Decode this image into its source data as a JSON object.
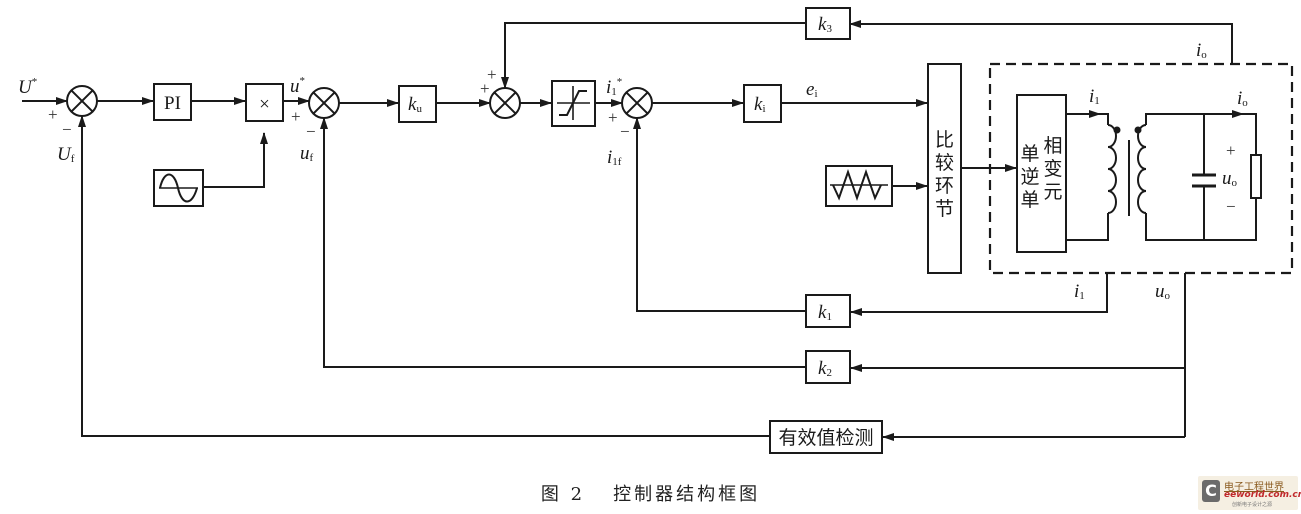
{
  "figure": {
    "caption_number": "图 2",
    "caption_title": "控制器结构框图"
  },
  "signals": {
    "U_ref": {
      "main": "U",
      "sup": "*"
    },
    "U_f": {
      "main": "U",
      "sub": "f"
    },
    "u_ref": {
      "main": "u",
      "sup": "*"
    },
    "u_f": {
      "main": "u",
      "sub": "f"
    },
    "i1_ref": {
      "main": "i",
      "sub": "1",
      "sup": "*"
    },
    "i1f": {
      "main": "i",
      "sub": "1f"
    },
    "e_i": {
      "main": "e",
      "sub": "i"
    },
    "i_o_top": {
      "main": "i",
      "sub": "o"
    },
    "i1_circuit": {
      "main": "i",
      "sub": "1"
    },
    "i_o_circuit": {
      "main": "i",
      "sub": "o"
    },
    "u_o_circuit": {
      "main": "u",
      "sub": "o"
    },
    "i1_feedback": {
      "main": "i",
      "sub": "1"
    },
    "u_o_feedback": {
      "main": "u",
      "sub": "o"
    }
  },
  "signs": {
    "plus": "+",
    "minus": "−"
  },
  "blocks": {
    "pi": "PI",
    "multiplier": "×",
    "ku": {
      "main": "k",
      "sub": "u"
    },
    "ki": {
      "main": "k",
      "sub": "i"
    },
    "k1": {
      "main": "k",
      "sub": "1"
    },
    "k2": {
      "main": "k",
      "sub": "2"
    },
    "k3": {
      "main": "k",
      "sub": "3"
    },
    "comparator": [
      "比",
      "较",
      "环",
      "节"
    ],
    "inverter_col1": [
      "单",
      "逆",
      "单"
    ],
    "inverter_col2": [
      "相",
      "变",
      "元"
    ],
    "rms_detector": "有效值检测",
    "sine_source": "sine-wave-icon",
    "triangle_carrier": "triangle-wave-icon",
    "limiter": "saturation-icon"
  },
  "watermark": {
    "cn": "电子工程世界",
    "en": "eeworld.com.cn",
    "tagline": "创新电子设计之源"
  }
}
